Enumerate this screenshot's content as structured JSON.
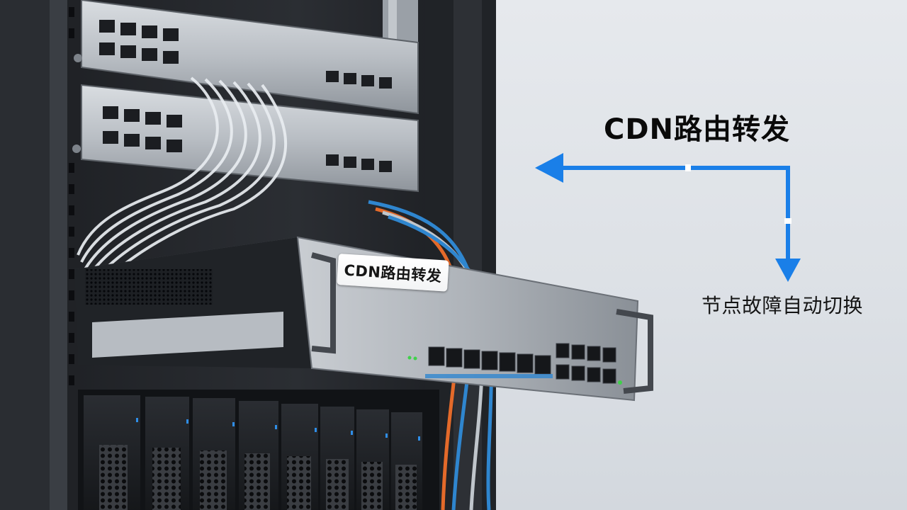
{
  "scene": {
    "description_colors": {
      "arrow": "#1a7fe8",
      "rack": "#26292e",
      "orange_cable": "#e46a2a",
      "blue_cable": "#2f86cf",
      "port_led": "#3fd14a"
    }
  },
  "device_label": "CDN路由转发",
  "headline": "CDN路由转发",
  "subcaption": "节点故障自动切换"
}
